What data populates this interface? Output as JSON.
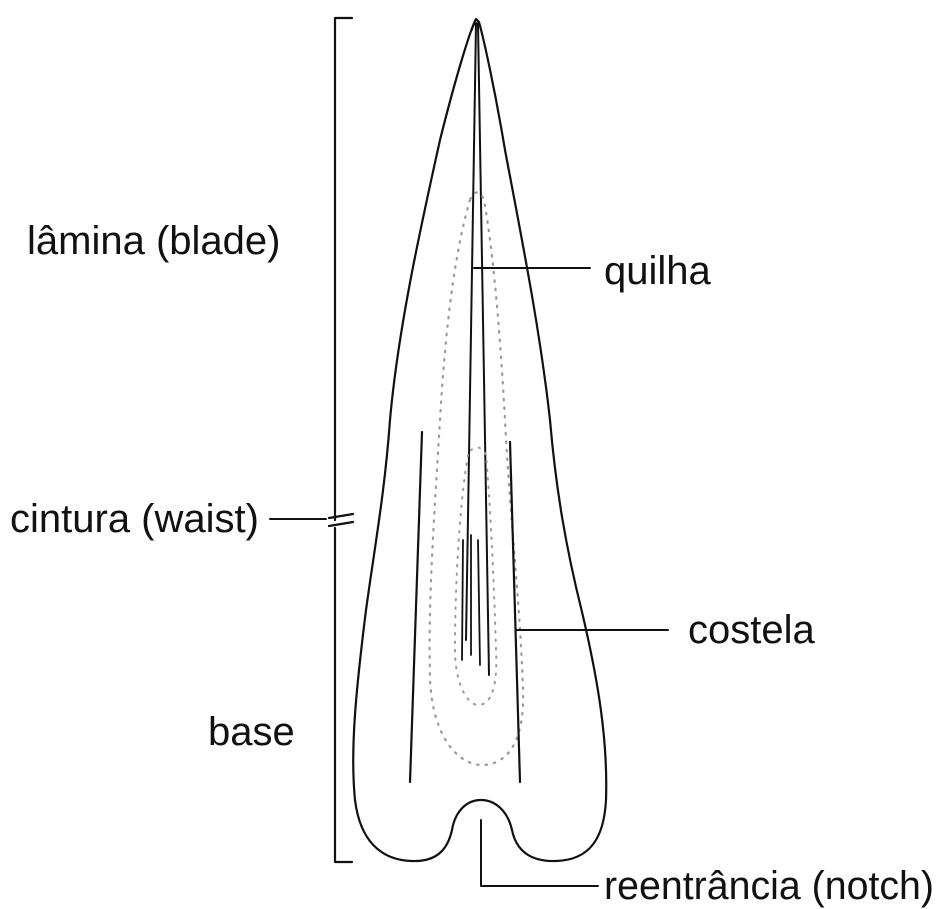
{
  "labels": {
    "blade": "lâmina (blade)",
    "keel": "quilha",
    "waist": "cintura (waist)",
    "rib": "costela",
    "base": "base",
    "notch": "reentrância (notch)"
  }
}
